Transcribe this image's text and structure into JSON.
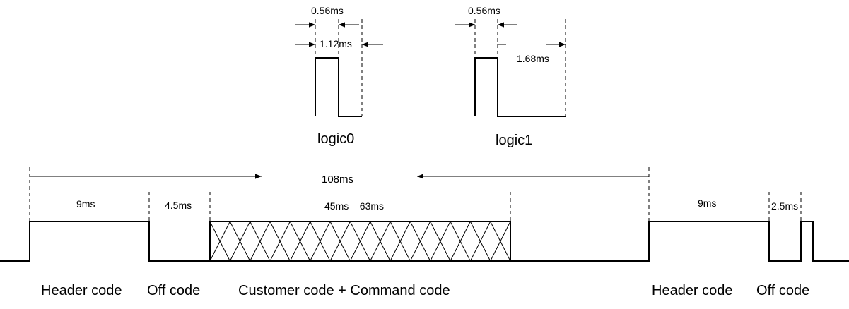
{
  "logic0": {
    "label": "logic0",
    "high_time": "0.56ms",
    "period": "1.12ms"
  },
  "logic1": {
    "label": "logic1",
    "high_time": "0.56ms",
    "low_time": "1.68ms"
  },
  "frame": {
    "repeat_period": "108ms",
    "header_duration": "9ms",
    "off_duration": "4.5ms",
    "data_duration": "45ms – 63ms",
    "repeat_header_duration": "9ms",
    "repeat_off_duration": "2.5ms"
  },
  "segments": {
    "header_code": "Header code",
    "off_code": "Off code",
    "data_code": "Customer code + Command code",
    "repeat_header_code": "Header code",
    "repeat_off_code": "Off code"
  }
}
